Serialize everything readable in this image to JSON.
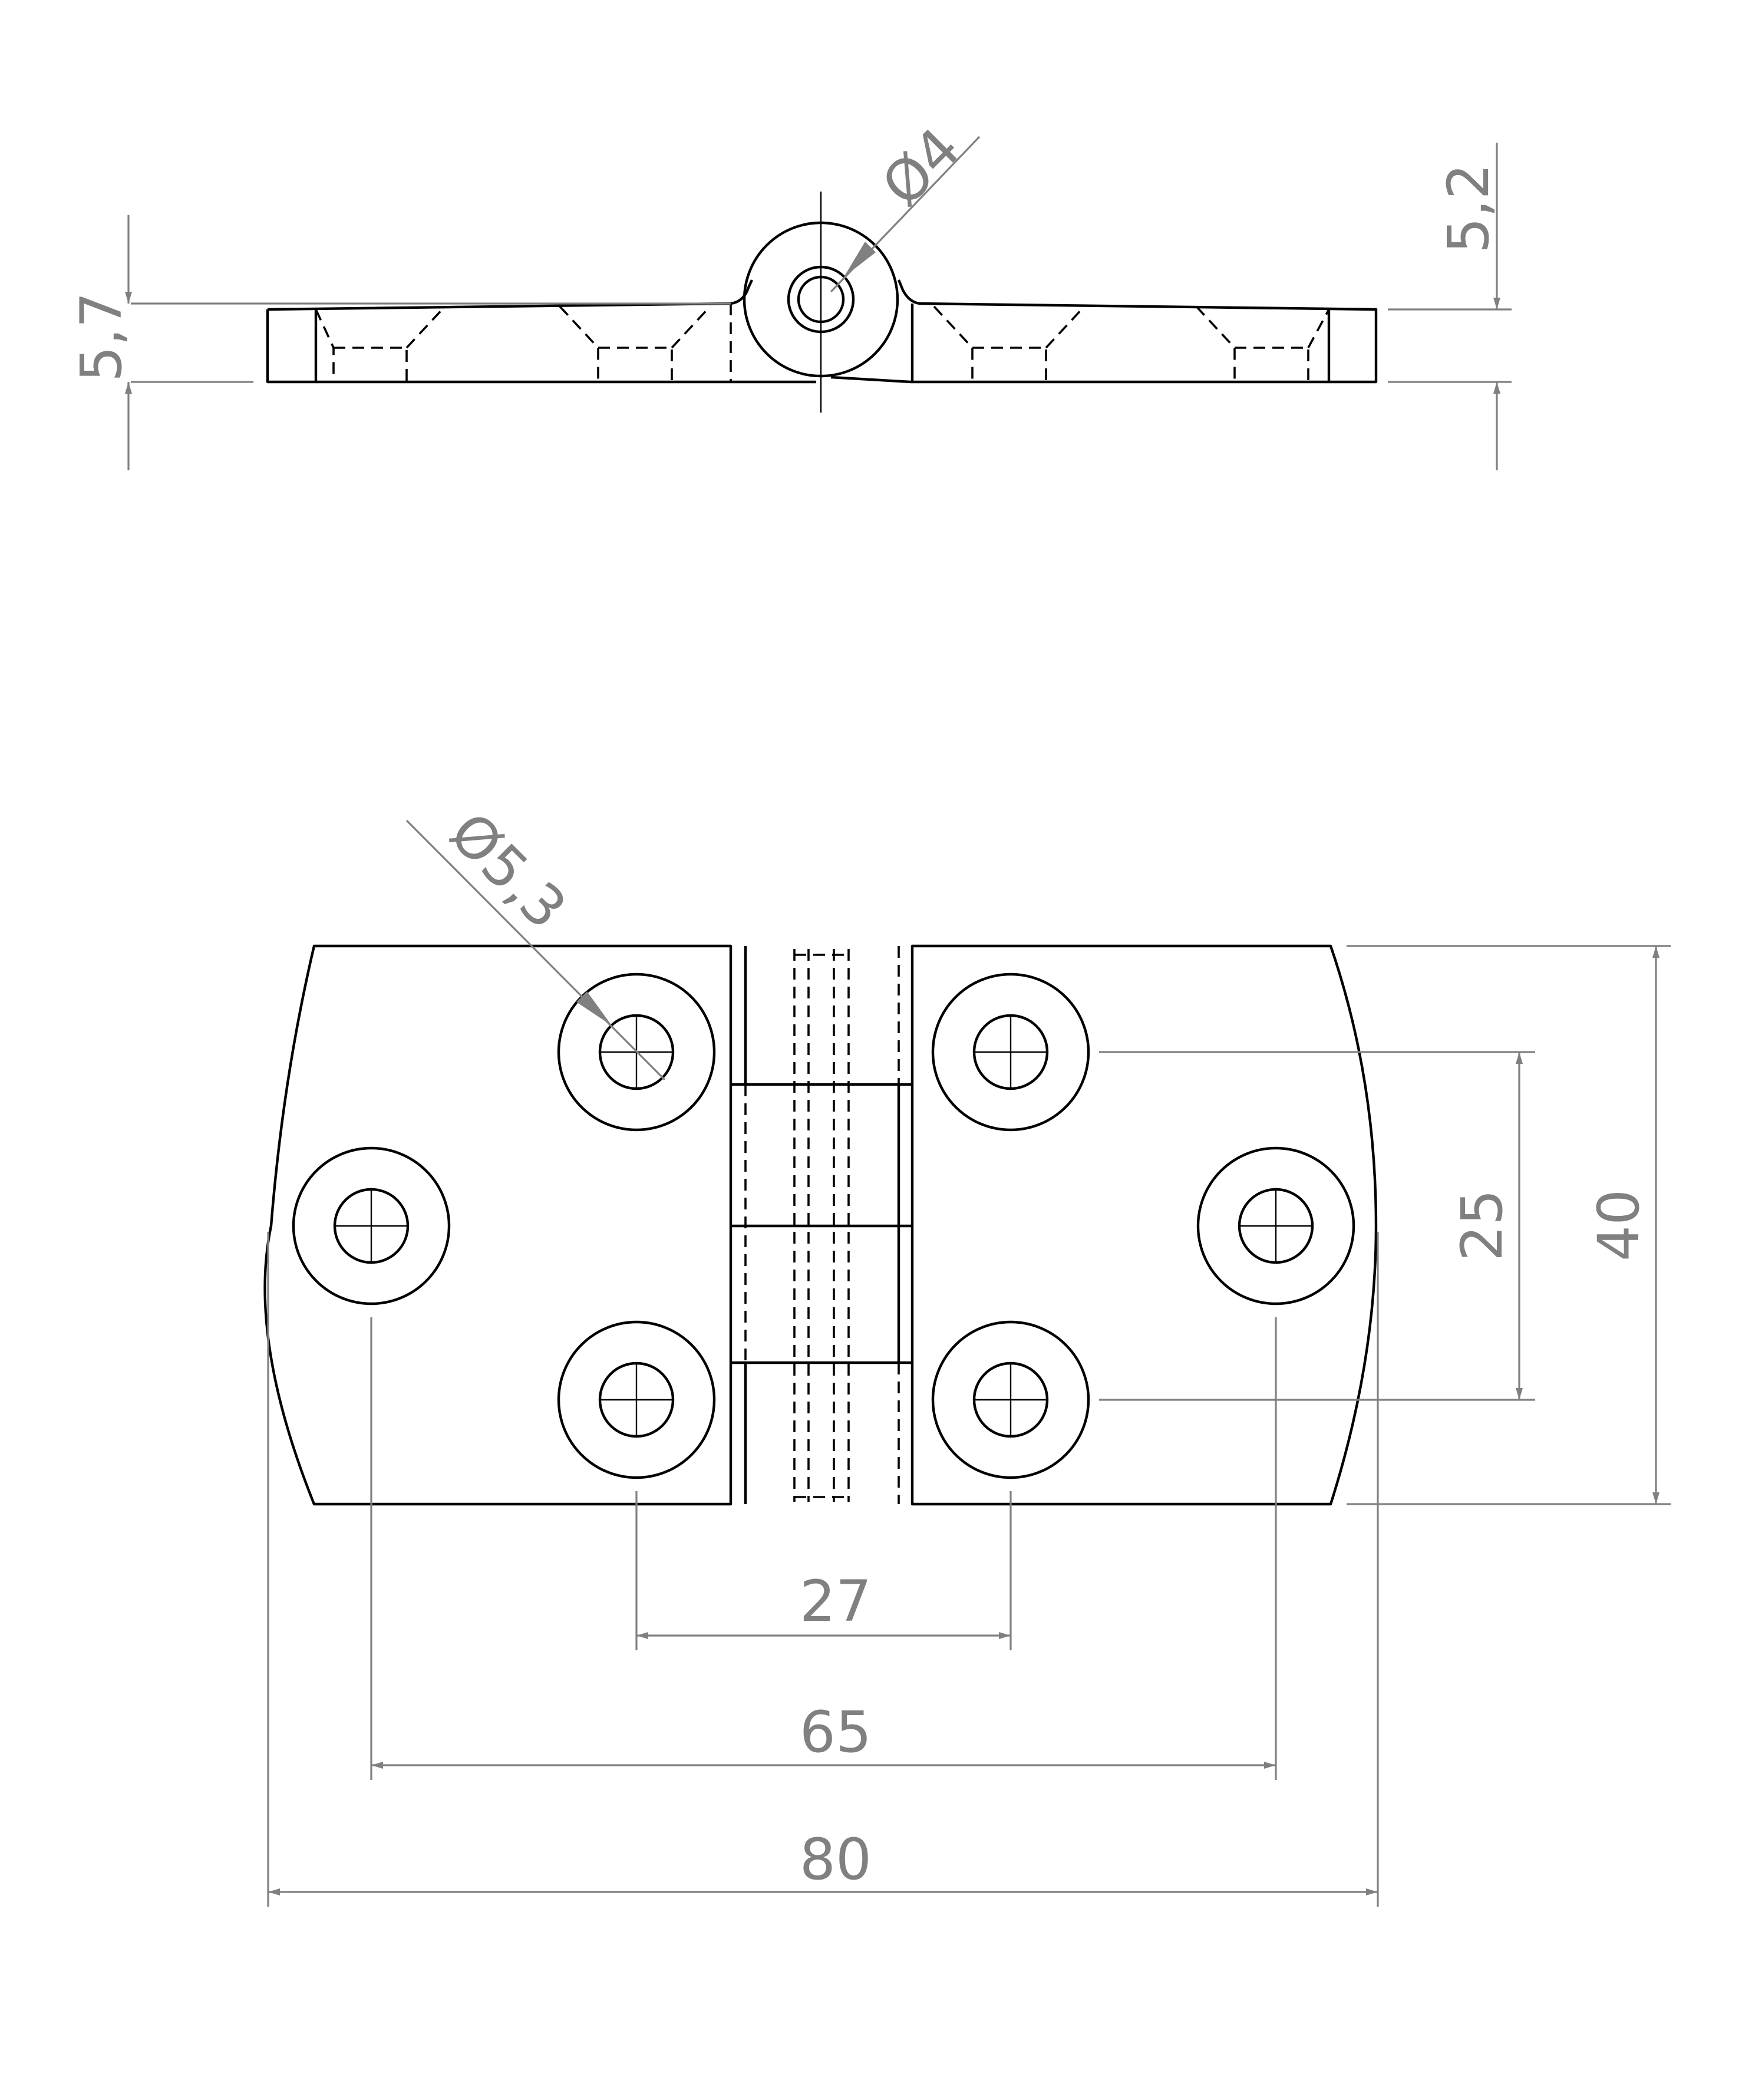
{
  "drawing": {
    "title": "",
    "palette": {
      "part_stroke": "#000000",
      "dimension_color": "#808080",
      "background": "#ffffff"
    }
  },
  "dimensions": {
    "pin_diameter": "Ø4",
    "knuckle_height": "5,2",
    "leaf_thickness": "5,7",
    "hole_diameter": "Ø5,3",
    "hole_pitch_vertical": "25",
    "overall_height": "40",
    "inner_hole_spacing": "27",
    "outer_hole_spacing": "65",
    "overall_length": "80"
  }
}
